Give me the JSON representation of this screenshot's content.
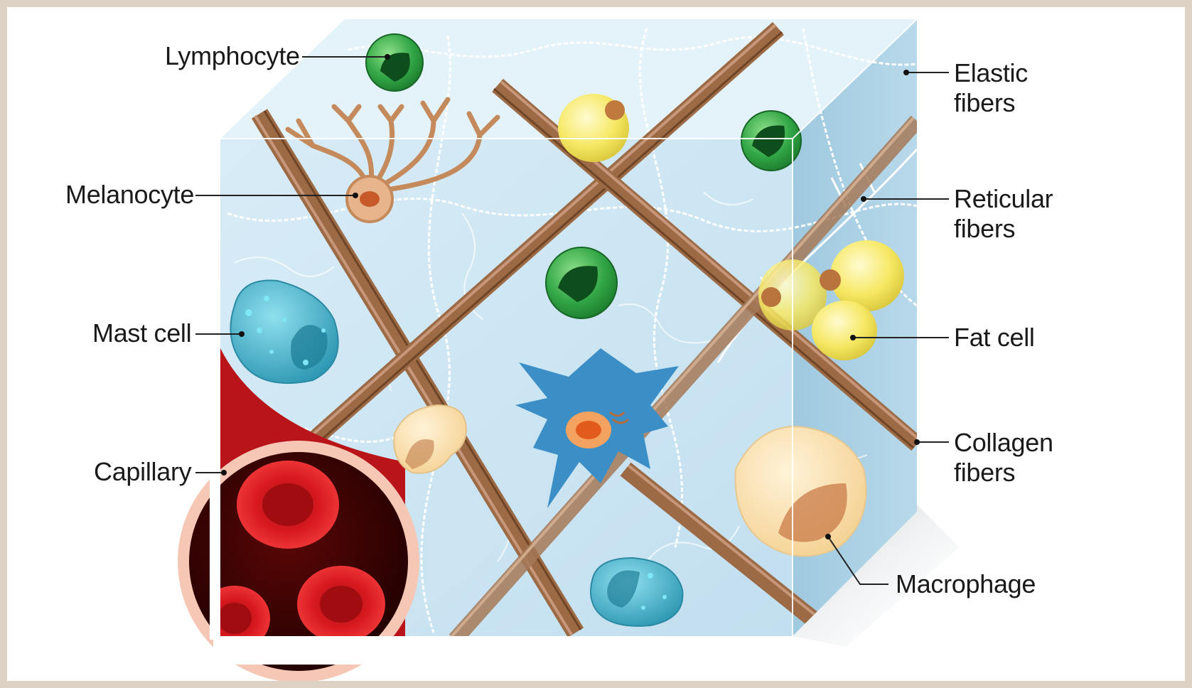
{
  "labels": {
    "lymphocyte": "Lymphocyte",
    "melanocyte": "Melanocyte",
    "mast_cell": "Mast cell",
    "capillary": "Capillary",
    "elastic_fibers": [
      "Elastic",
      "fibers"
    ],
    "reticular_fibers": [
      "Reticular",
      "fibers"
    ],
    "fat_cell": "Fat cell",
    "collagen_fibers": [
      "Collagen",
      "fibers"
    ],
    "macrophage": "Macrophage"
  },
  "colors": {
    "background_border": "#ddd2c4",
    "tissue": "#cfe6f3",
    "collagen": "#9c6b46",
    "blood": "#c4161c",
    "lymphocyte": "#2e9b3c",
    "fat": "#f2e15a",
    "fibroblast": "#3b8fc6",
    "mast": "#48b2c8"
  }
}
